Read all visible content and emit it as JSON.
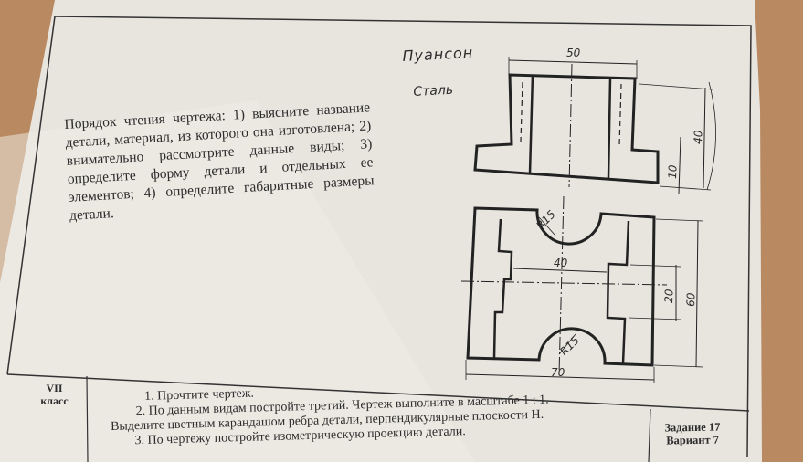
{
  "sheet": {
    "instructions": "Порядок чтения чертежа: 1) выясните название детали, материал, из которого она изготовлена; 2) внимательно рассмотрите данные виды; 3) определите форму детали и отдельных ее элементов; 4) определите габаритные размеры детали.",
    "part_name": "Пуансон",
    "material": "Сталь",
    "dimensions": {
      "top_width": "50",
      "top_height": "40",
      "top_step": "10",
      "bottom_radius_top": "R15",
      "bottom_radius_bottom": "R15",
      "bottom_inner": "40",
      "bottom_slot": "20",
      "bottom_height": "60",
      "bottom_width": "70"
    },
    "footer": {
      "grade_number": "VII",
      "grade_word": "класс",
      "task1": "1. Прочтите чертеж.",
      "task2": "2. По данным видам постройте третий. Чертеж выполните в масштабе 1 : 1.",
      "task2b": "Выделите цветным карандашом ребра детали, перпендикулярные плоскости H.",
      "task3": "3. По чертежу постройте изометрическую проекцию детали.",
      "assignment": "Задание 17",
      "variant": "Вариант 7"
    }
  },
  "colors": {
    "paper": "#e9e6e0",
    "ink": "#2a2a2a",
    "background": "#b98a62"
  }
}
